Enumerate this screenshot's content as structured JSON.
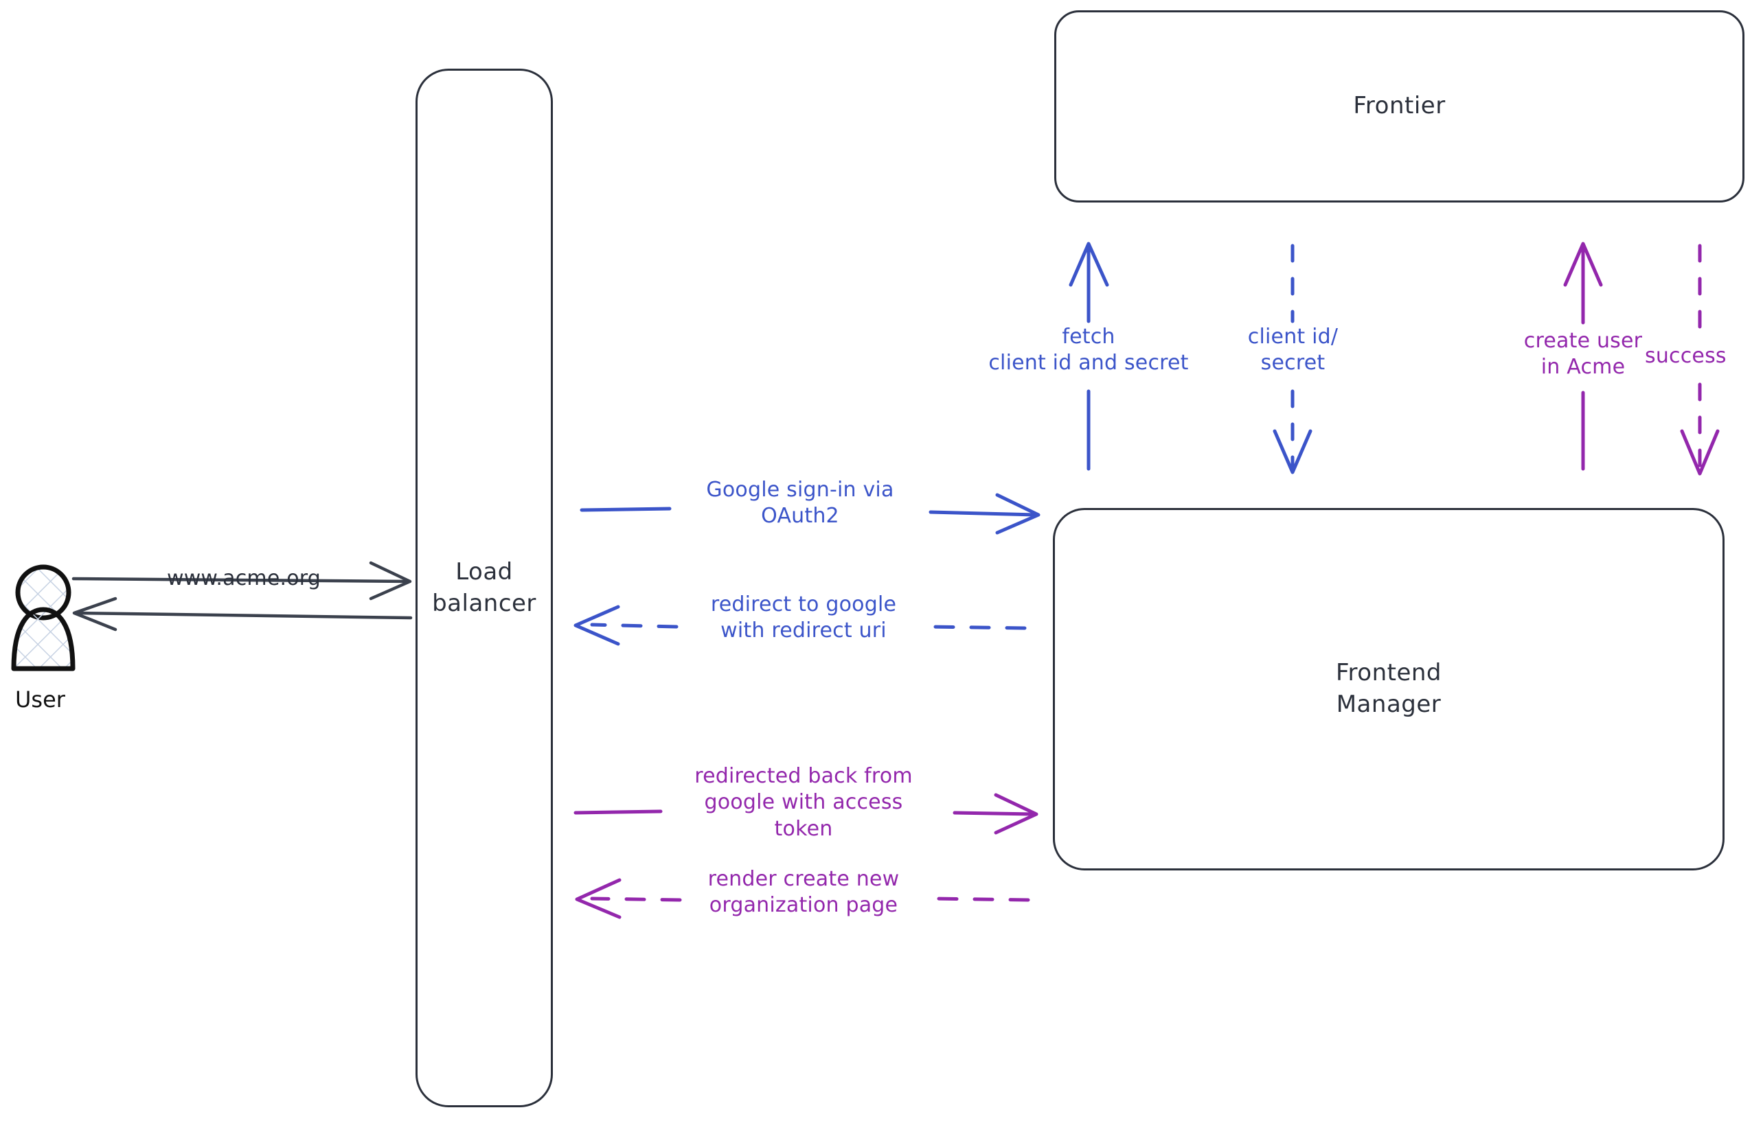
{
  "diagram": {
    "title": "Google OAuth2 sign-in sequence",
    "colors": {
      "blue": "#3b54c9",
      "purple": "#9327ac",
      "outline": "#2b303b",
      "background": "#ffffff"
    },
    "actors": [
      {
        "id": "user",
        "label": "User",
        "icon": "person-icon"
      }
    ],
    "nodes": [
      {
        "id": "load-balancer",
        "label": "Load\nbalancer"
      },
      {
        "id": "frontier",
        "label": "Frontier"
      },
      {
        "id": "frontend-manager",
        "label": "Frontend\nManager"
      }
    ],
    "edges": [
      {
        "id": "user-to-lb",
        "label": "www.acme.org",
        "color": "#2b303b",
        "style": "solid",
        "direction": "right"
      },
      {
        "id": "lb-to-user",
        "label": "",
        "color": "#2b303b",
        "style": "solid",
        "direction": "left"
      },
      {
        "id": "lb-to-fm-signin",
        "label": "Google sign-in via\nOAuth2",
        "color": "#3b54c9",
        "style": "solid",
        "direction": "right"
      },
      {
        "id": "fm-to-lb-redirect",
        "label": "redirect to google\nwith redirect uri",
        "color": "#3b54c9",
        "style": "dashed",
        "direction": "left"
      },
      {
        "id": "lb-to-fm-token",
        "label": "redirected back from\ngoogle with access\ntoken",
        "color": "#9327ac",
        "style": "solid",
        "direction": "right"
      },
      {
        "id": "fm-to-lb-render",
        "label": "render create new\norganization page",
        "color": "#9327ac",
        "style": "dashed",
        "direction": "left"
      },
      {
        "id": "fm-to-frontier-fetch",
        "label": "fetch\nclient id and secret",
        "color": "#3b54c9",
        "style": "solid",
        "direction": "up"
      },
      {
        "id": "frontier-to-fm-creds",
        "label": "client id/\nsecret",
        "color": "#3b54c9",
        "style": "dashed",
        "direction": "down"
      },
      {
        "id": "fm-to-frontier-create",
        "label": "create user\nin Acme",
        "color": "#9327ac",
        "style": "solid",
        "direction": "up"
      },
      {
        "id": "frontier-to-fm-success",
        "label": "success",
        "color": "#9327ac",
        "style": "dashed",
        "direction": "down"
      }
    ]
  }
}
